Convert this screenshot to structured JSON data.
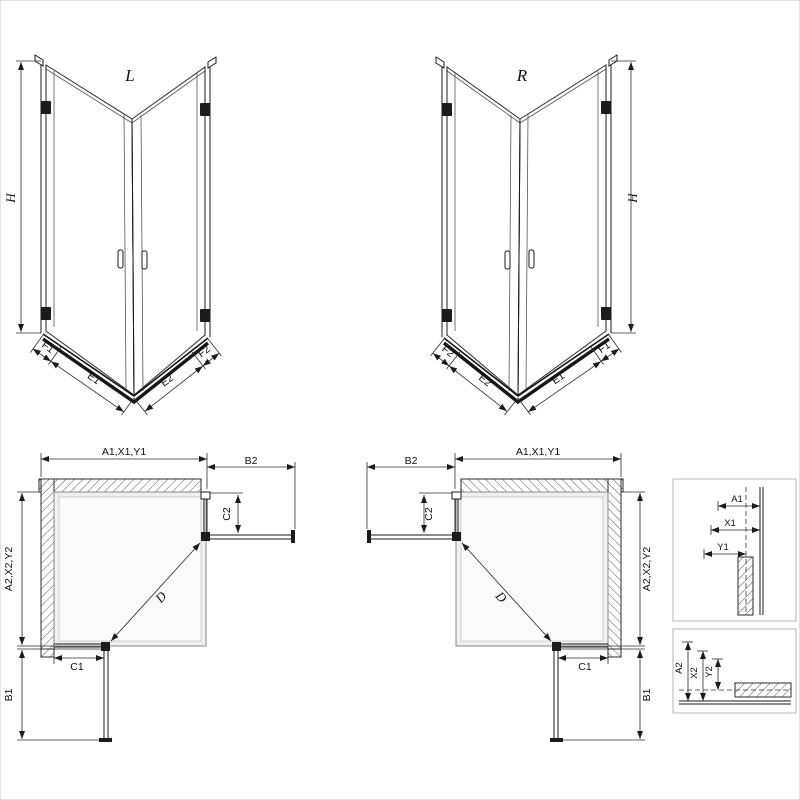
{
  "views": {
    "left": {
      "label": "L"
    },
    "right": {
      "label": "R"
    }
  },
  "dims": {
    "h": "H",
    "f1": "F1",
    "e1": "E1",
    "e2": "E2",
    "f2": "F2",
    "a1x1y1": "A1,X1,Y1",
    "a2x2y2": "A2,X2,Y2",
    "b1": "B1",
    "b2": "B2",
    "c1": "C1",
    "c2": "C2",
    "d": "D",
    "a1": "A1",
    "x1": "X1",
    "y1": "Y1",
    "a2": "A2",
    "x2": "X2",
    "y2": "Y2"
  }
}
